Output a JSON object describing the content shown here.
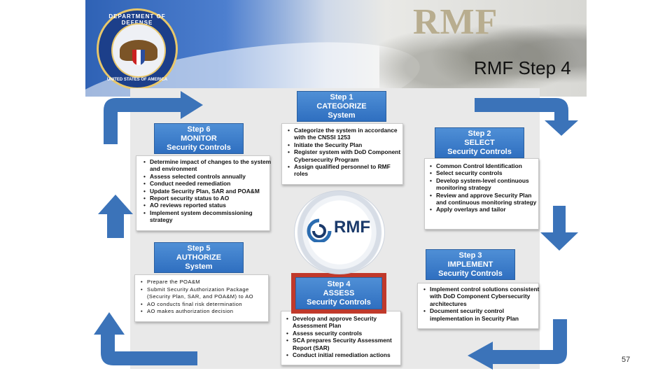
{
  "banner": {
    "rmf_title": "RMF",
    "slide_title": "RMF Step 4"
  },
  "seal": {
    "top_text": "DEPARTMENT OF DEFENSE",
    "bottom_text": "UNITED STATES OF AMERICA"
  },
  "steps": {
    "step1": {
      "title": [
        "Step 1",
        "CATEGORIZE",
        "System"
      ],
      "items": [
        "Categorize the system in accordance with the CNSSI 1253",
        "Initiate the Security Plan",
        "Register system with DoD Component Cybersecurity Program",
        "Assign qualified personnel to RMF roles"
      ]
    },
    "step2": {
      "title": [
        "Step 2",
        "SELECT",
        "Security Controls"
      ],
      "items": [
        "Common Control Identification",
        "Select security controls",
        "Develop system-level continuous monitoring strategy",
        "Review and approve Security Plan and continuous monitoring strategy",
        "Apply overlays and tailor"
      ]
    },
    "step3": {
      "title": [
        "Step 3",
        "IMPLEMENT",
        "Security Controls"
      ],
      "items": [
        "Implement control solutions consistent with DoD Component Cybersecurity architectures",
        "Document security control implementation in Security Plan"
      ]
    },
    "step4": {
      "title": [
        "Step 4",
        "ASSESS",
        "Security Controls"
      ],
      "items": [
        "Develop and approve Security Assessment Plan",
        "Assess security controls",
        "SCA prepares Security Assessment Report (SAR)",
        "Conduct initial remediation actions"
      ]
    },
    "step5": {
      "title": [
        "Step 5",
        "AUTHORIZE",
        "System"
      ],
      "items": [
        "Prepare the POA&M",
        "Submit Security Authorization Package (Security Plan, SAR, and POA&M) to AO",
        "AO conducts final risk determination",
        "AO makes authorization decision"
      ]
    },
    "step6": {
      "title": [
        "Step 6",
        "MONITOR",
        "Security Controls"
      ],
      "items": [
        "Determine impact of changes to the system and environment",
        "Assess selected controls annually",
        "Conduct needed remediation",
        "Update Security Plan, SAR and POA&M",
        "Report security status to AO",
        "AO reviews reported status",
        "Implement system decommissioning strategy"
      ]
    }
  },
  "center": {
    "logo_text": "RMF"
  },
  "colors": {
    "header_blue": "#2f6fc0",
    "arrow_blue": "#3b73b9",
    "highlight_red": "#c0392b"
  },
  "page_number": "57"
}
